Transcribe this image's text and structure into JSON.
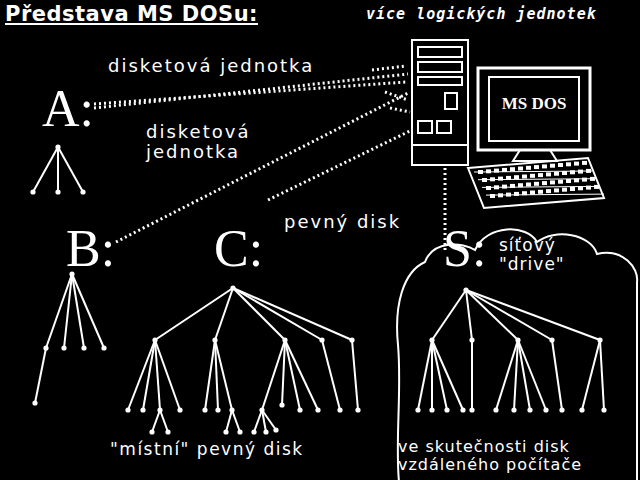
{
  "diagram": {
    "title": "Představa MS DOSu:",
    "nodes": [
      {
        "text": [
          "MS DOS"
        ]
      },
      {
        "text": [
          "S:",
          "síťový \"drive\"",
          "ve skutečnosti disk vzdáleného počítače"
        ]
      }
    ],
    "edges": [
      {
        "from": 1,
        "to": 0,
        "arrow": "none"
      }
    ],
    "labels": [
      "více logických jednotek",
      "disketová jednotka",
      "A:",
      "disketová jednotka",
      "B:",
      "C:",
      "pevný disk",
      "\"místní\" pevný disk"
    ]
  }
}
